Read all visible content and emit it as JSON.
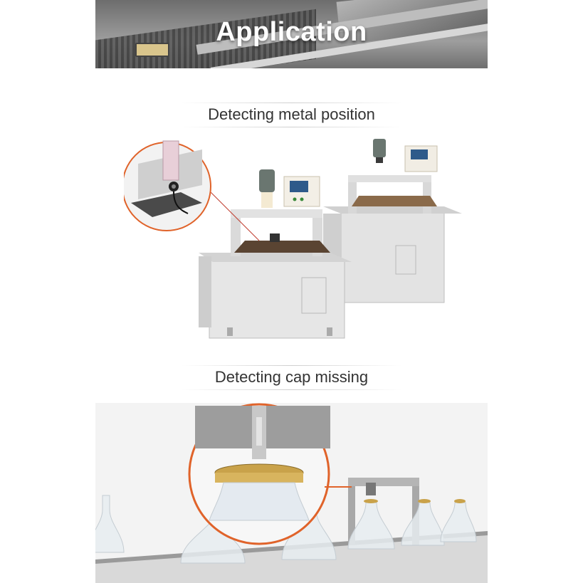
{
  "banner": {
    "title": "Application"
  },
  "sections": [
    {
      "heading": "Detecting metal position"
    },
    {
      "heading": "Detecting cap missing"
    }
  ],
  "colors": {
    "accent_ring": "#e0632a",
    "machine": "#dcdcdc",
    "cap_gold": "#c9a24a"
  }
}
